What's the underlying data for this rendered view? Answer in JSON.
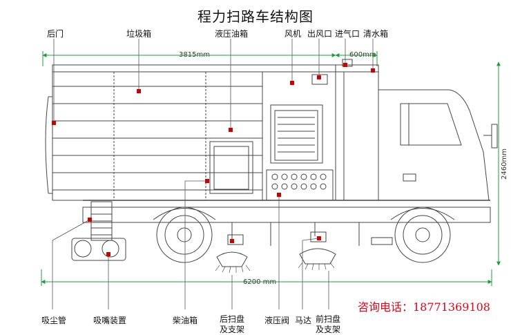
{
  "title": "程力扫路车结构图",
  "labels_top": {
    "rear_door": "后门",
    "garbage_box": "垃圾箱",
    "hydraulic_tank": "液压油箱",
    "fan": "风机",
    "air_outlet": "出风口",
    "air_inlet": "进气口",
    "water_tank": "清水箱"
  },
  "labels_bottom": {
    "dust_pipe": "吸尘管",
    "suction_nozzle": "吸嘴装置",
    "diesel_tank": "柴油箱",
    "rear_broom": "后扫盘\n及支架",
    "hydraulic_valve": "液压阀",
    "motor": "马达",
    "front_broom": "前扫盘\n及支架"
  },
  "dimensions": {
    "body_length": "3815mm",
    "tank_length": "600mm",
    "overall_length": "6200 mm",
    "height": "2460mm"
  },
  "contact": "咨询电话：18771369108",
  "colors": {
    "marker": "#cc0000",
    "dim_line": "#1a9e3a",
    "contact": "#e60012",
    "line": "#444444"
  }
}
